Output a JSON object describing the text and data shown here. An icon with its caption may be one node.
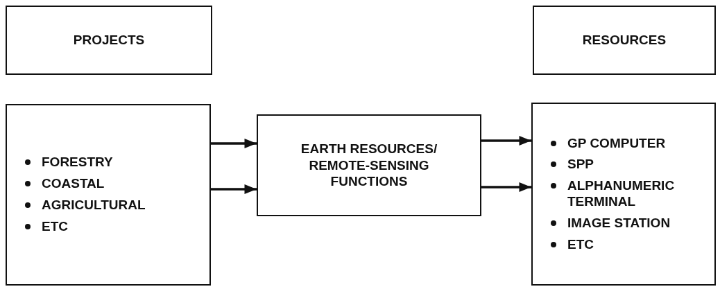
{
  "diagram": {
    "nodes": [
      {
        "text": [
          "PROJECTS"
        ]
      },
      {
        "text": [
          "RESOURCES"
        ]
      },
      {
        "text": [
          "FORESTRY",
          "COASTAL",
          "AGRICULTURAL",
          "ETC"
        ]
      },
      {
        "text": [
          "EARTH RESOURCES/ REMOTE-SENSING FUNCTIONS"
        ]
      },
      {
        "text": [
          "GP COMPUTER",
          "SPP",
          "ALPHANUMERIC TERMINAL",
          "IMAGE STATION",
          "ETC"
        ]
      }
    ],
    "edges": [
      {
        "from": 2,
        "to": 3,
        "arrow": "to"
      },
      {
        "from": 2,
        "to": 3,
        "arrow": "to"
      },
      {
        "from": 3,
        "to": 4,
        "arrow": "to"
      },
      {
        "from": 3,
        "to": 4,
        "arrow": "to"
      }
    ]
  }
}
